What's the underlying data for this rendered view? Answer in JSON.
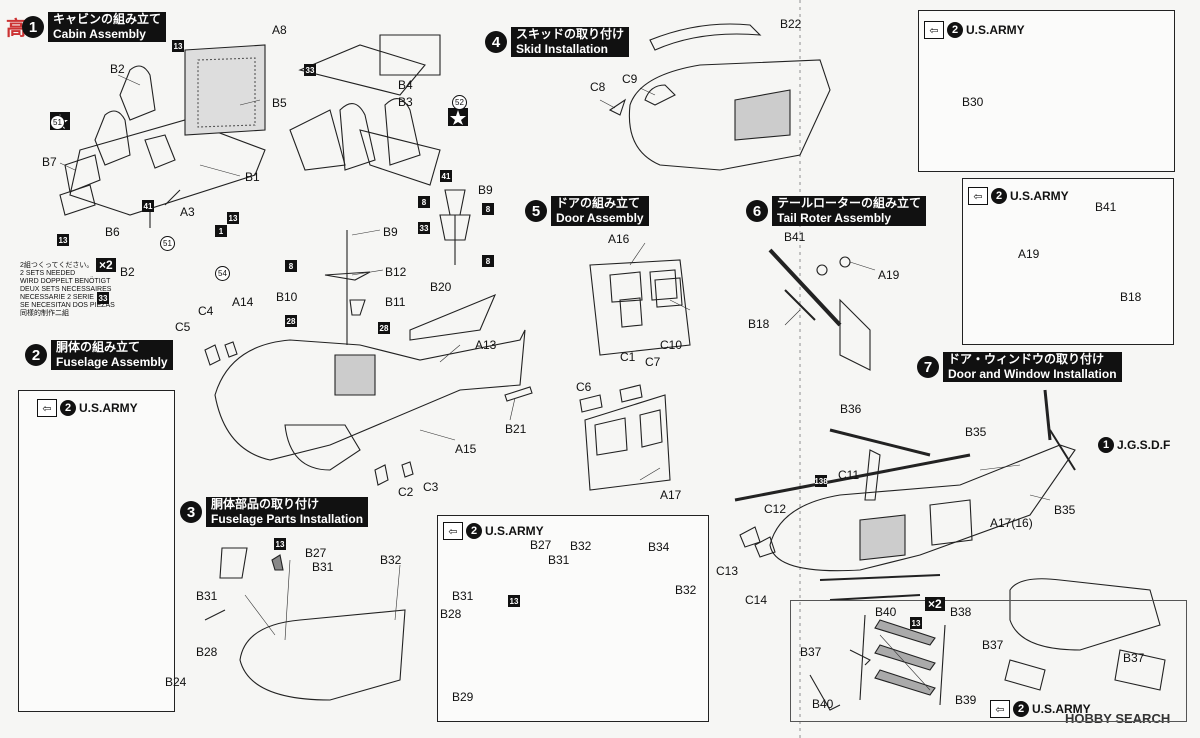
{
  "watermark": {
    "logo_text": "高",
    "bottom_right": "HOBBY SEARCH"
  },
  "steps": [
    {
      "id": "1",
      "num": "1",
      "jp": "キャビンの組み立て",
      "en": "Cabin Assembly"
    },
    {
      "id": "2",
      "num": "2",
      "jp": "胴体の組み立て",
      "en": "Fuselage Assembly"
    },
    {
      "id": "3",
      "num": "3",
      "jp": "胴体部品の取り付け",
      "en": "Fuselage Parts Installation"
    },
    {
      "id": "4",
      "num": "4",
      "jp": "スキッドの取り付け",
      "en": "Skid Installation"
    },
    {
      "id": "5",
      "num": "5",
      "jp": "ドアの組み立て",
      "en": "Door Assembly"
    },
    {
      "id": "6",
      "num": "6",
      "jp": "テールローターの組み立て",
      "en": "Tail Roter Assembly"
    },
    {
      "id": "7",
      "num": "7",
      "jp": "ドア・ウィンドウの取り付け",
      "en": "Door and Window Installation"
    }
  ],
  "variant": {
    "arrow": "⇦",
    "num": "2",
    "usarmy": "U.S.ARMY",
    "num1": "1",
    "jgsdf": "J.G.S.D.F"
  },
  "multi_note": [
    "2組つくってください。",
    "2 SETS NEEDED",
    "WIRD DOPPELT BENÖTIGT",
    "DEUX SETS NECESSAIRES",
    "NECESSARIE 2 SERIE",
    "SE NECESITAN DOS PIEZAS",
    "同樣的制作二組"
  ],
  "x2": "×2",
  "parts": {
    "A8": "A8",
    "B2": "B2",
    "B5": "B5",
    "B7": "B7",
    "B6": "B6",
    "B1": "B1",
    "A3": "A3",
    "B4": "B4",
    "B3": "B3",
    "B9": "B9",
    "B12": "B12",
    "B10": "B10",
    "B11": "B11",
    "B20": "B20",
    "A14": "A14",
    "C4": "C4",
    "C5": "C5",
    "A13": "A13",
    "A15": "A15",
    "C2": "C2",
    "C3": "C3",
    "B21": "B21",
    "B22": "B22",
    "C8": "C8",
    "C9": "C9",
    "A16": "A16",
    "C1": "C1",
    "C10": "C10",
    "C6": "C6",
    "C7": "C7",
    "A17": "A17",
    "B41": "B41",
    "A19": "A19",
    "B18": "B18",
    "B30": "B30",
    "B36": "B36",
    "B35": "B35",
    "C11": "C11",
    "C12": "C12",
    "C13": "C13",
    "C14": "C14",
    "A17_16": "A17(16)",
    "B27": "B27",
    "B31": "B31",
    "B32": "B32",
    "B28": "B28",
    "B24": "B24",
    "B34": "B34",
    "B29": "B29",
    "B40": "B40",
    "B38": "B38",
    "B37": "B37",
    "B39": "B39"
  },
  "markers": {
    "m13": "13",
    "m41": "41",
    "m1": "1",
    "m8": "8",
    "m28": "28",
    "m33": "33",
    "m138": "138",
    "c51": "51",
    "c52": "52",
    "c54": "54"
  }
}
